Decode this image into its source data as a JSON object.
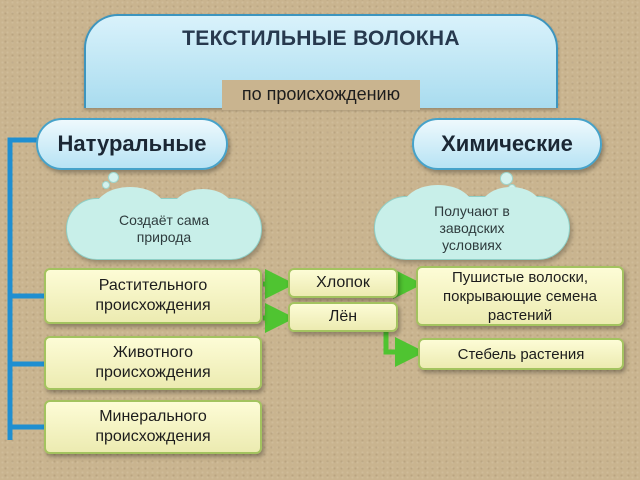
{
  "title": "ТЕКСТИЛЬНЫЕ ВОЛОКНА",
  "subtitle": "по происхождению",
  "categories": {
    "natural": {
      "label": "Натуральные",
      "note": [
        "Создаёт сама",
        "природа"
      ]
    },
    "chemical": {
      "label": "Химические",
      "note": [
        "Получают в",
        "заводских",
        "условиях"
      ]
    }
  },
  "origins": {
    "plant": [
      "Растительного",
      "происхождения"
    ],
    "animal": [
      "Животного",
      "происхождения"
    ],
    "mineral": [
      "Минерального",
      "происхождения"
    ]
  },
  "fibers": {
    "cotton": "Хлопок",
    "flax": "Лён"
  },
  "descriptions": {
    "cotton": [
      "Пушистые волоски,",
      "покрывающие семена",
      "растений"
    ],
    "flax": "Стебель растения"
  },
  "colors": {
    "connector_blue": "#1f8fd1",
    "connector_green": "#4fc431",
    "box_border": "#a3c35f",
    "bubble_border": "#46a2c9"
  }
}
